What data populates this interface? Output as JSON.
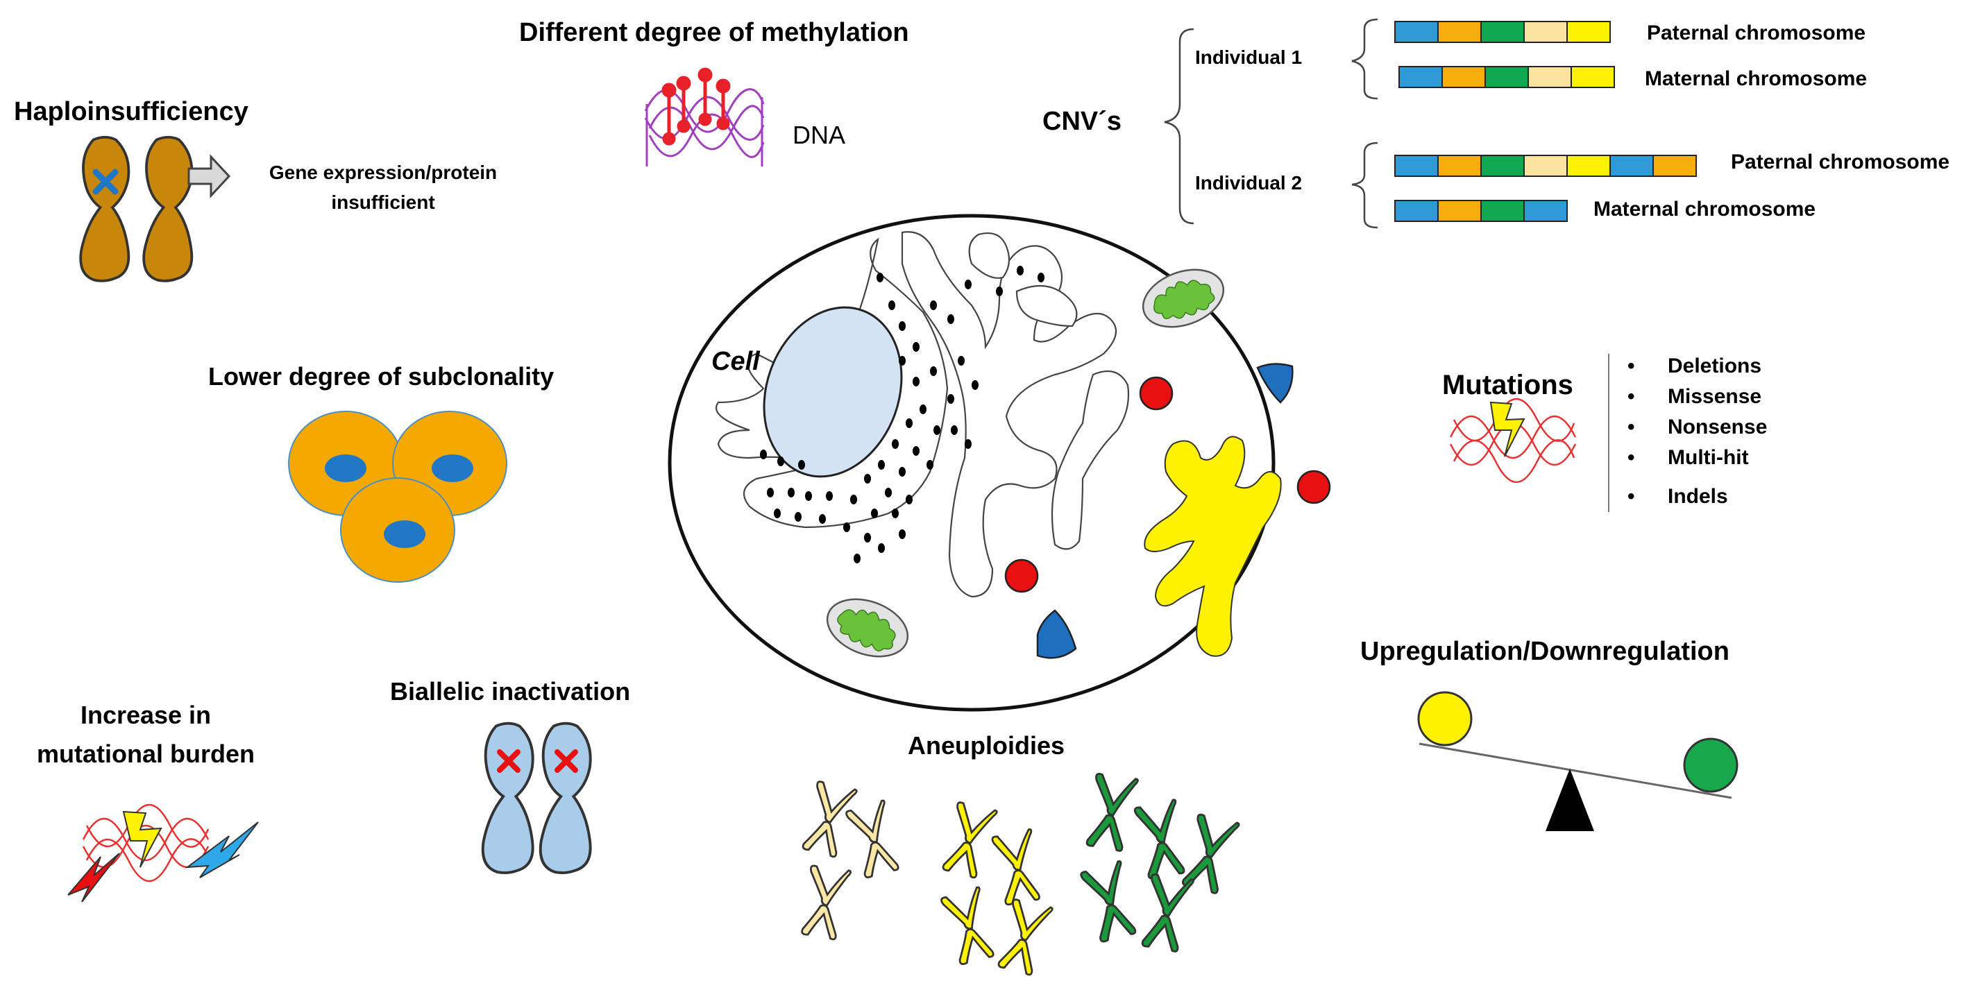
{
  "colors": {
    "chromosome_brown": "#C8860A",
    "chromosome_blue": "#A8CCEA",
    "cell_fill": "#F5A800",
    "nucleus_blue": "#1F77C6",
    "seg_blue": "#2E9BD6",
    "seg_orange": "#F5AE0C",
    "seg_green": "#10A850",
    "seg_tan": "#FDE3A0",
    "seg_yellow": "#FFF200",
    "methylation_red": "#E8202A",
    "dna_purple": "#A040C0",
    "red_organelle": "#E81010",
    "blue_organelle": "#1F6FBF",
    "golgi_yellow": "#FFF200",
    "mito_green": "#6AC13A",
    "aneuploid_tan": "#FCE7A6",
    "aneuploid_yellow": "#FFF200",
    "aneuploid_green": "#1A9A3A",
    "balance_yellow": "#FFF200",
    "balance_green": "#16A84A"
  },
  "haploinsufficiency": {
    "title": "Haploinsufficiency",
    "result_line1": "Gene expression/protein",
    "result_line2": "insufficient",
    "icons": [
      "chromosome-icon",
      "x-mark-icon",
      "arrow-right-icon"
    ]
  },
  "methylation": {
    "title": "Different degree of methylation",
    "dna_label": "DNA",
    "icons": [
      "dna-helix-icon",
      "methyl-group-icon"
    ]
  },
  "cnv": {
    "label": "CNV´s",
    "individuals": [
      {
        "name": "Individual 1",
        "chromosomes": [
          {
            "label": "Paternal chromosome",
            "segments": [
              "seg_blue",
              "seg_orange",
              "seg_green",
              "seg_tan",
              "seg_yellow"
            ]
          },
          {
            "label": "Maternal chromosome",
            "segments": [
              "seg_blue",
              "seg_orange",
              "seg_green",
              "seg_tan",
              "seg_yellow"
            ]
          }
        ]
      },
      {
        "name": "Individual 2",
        "chromosomes": [
          {
            "label": "Paternal chromosome",
            "segments": [
              "seg_blue",
              "seg_orange",
              "seg_green",
              "seg_tan",
              "seg_yellow",
              "seg_blue",
              "seg_orange"
            ]
          },
          {
            "label": "Maternal chromosome",
            "segments": [
              "seg_blue",
              "seg_orange",
              "seg_green",
              "seg_blue"
            ]
          }
        ]
      }
    ]
  },
  "subclonality": {
    "title": "Lower degree of subclonality",
    "icons": [
      "cell-cluster-icon"
    ]
  },
  "cell": {
    "label": "Cell",
    "icons": [
      "nucleus-icon",
      "endoplasmic-reticulum-icon",
      "golgi-icon",
      "mitochondrion-icon",
      "vesicle-icon"
    ]
  },
  "mutations": {
    "title": "Mutations",
    "items": [
      "Deletions",
      "Missense",
      "Nonsense",
      "Multi-hit",
      "Indels"
    ],
    "icons": [
      "lightning-icon",
      "dna-helix-icon"
    ]
  },
  "burden": {
    "title_line1": "Increase in",
    "title_line2": "mutational burden",
    "icons": [
      "lightning-icon",
      "dna-helix-icon"
    ]
  },
  "biallelic": {
    "title": "Biallelic inactivation",
    "icons": [
      "chromosome-icon",
      "x-mark-icon"
    ]
  },
  "aneuploidies": {
    "title": "Aneuploidies",
    "icons": [
      "chromosome-icon"
    ]
  },
  "regulation": {
    "title": "Upregulation/Downregulation",
    "icons": [
      "balance-scale-icon"
    ]
  }
}
